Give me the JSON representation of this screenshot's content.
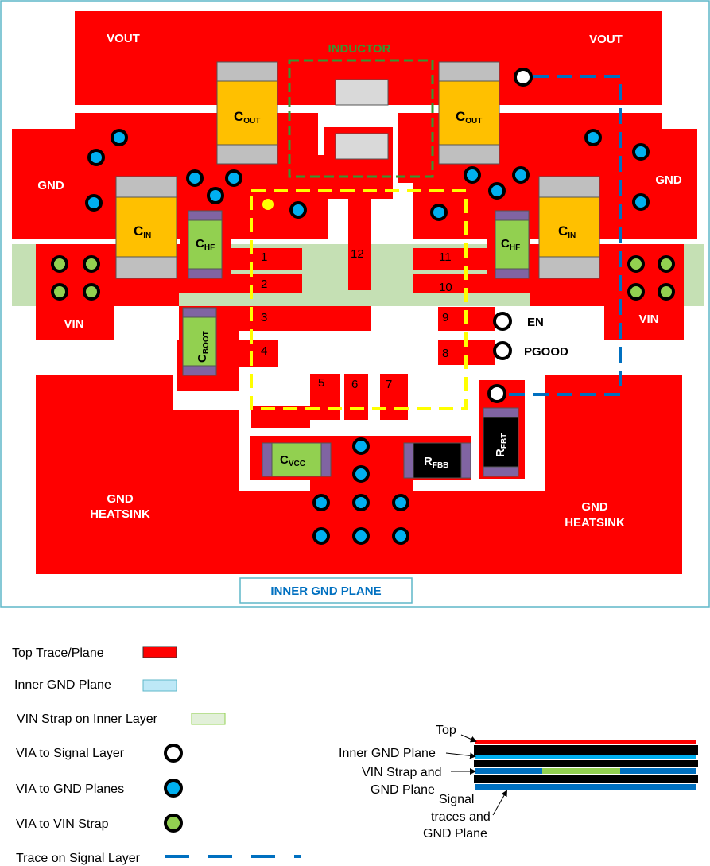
{
  "colors": {
    "top_plane": "#FF0000",
    "inner_gnd": "#BDE8F7",
    "vin_strap": "#C5E0B4",
    "via_gnd": "#00B0F0",
    "via_vin": "#92D050",
    "trace": "#0070C0",
    "inductor_outline": "#339933",
    "loop": "#FFFF00",
    "cap_body": "#FFC000",
    "small_cap": "#92D050",
    "resistor": "#000000",
    "terminal": "#BFBFBF",
    "small_terminal": "#8064A2"
  },
  "board": {
    "vout_left": "VOUT",
    "vout_right": "VOUT",
    "inductor": "INDUCTOR",
    "gnd_left": "GND",
    "gnd_right": "GND",
    "vin_left": "VIN",
    "vin_right": "VIN",
    "en": "EN",
    "pgood": "PGOOD",
    "heatsink_left": [
      "GND",
      "HEATSINK"
    ],
    "heatsink_right": [
      "GND",
      "HEATSINK"
    ],
    "inner_gnd_plane": "INNER GND PLANE",
    "pins": [
      "1",
      "2",
      "3",
      "4",
      "5",
      "6",
      "7",
      "8",
      "9",
      "10",
      "11",
      "12"
    ]
  },
  "components": {
    "cout": {
      "main": "C",
      "sub": "OUT"
    },
    "cin": {
      "main": "C",
      "sub": "IN"
    },
    "chf": {
      "main": "C",
      "sub": "HF"
    },
    "cboot": {
      "main": "C",
      "sub": "BOOT"
    },
    "cvcc": {
      "main": "C",
      "sub": "VCC"
    },
    "rfbb": {
      "main": "R",
      "sub": "FBB"
    },
    "rfbt": {
      "main": "R",
      "sub": "FBT"
    }
  },
  "legend": [
    {
      "label": "Top Trace/Plane",
      "icon": "red-swatch"
    },
    {
      "label": "Inner GND Plane",
      "icon": "light-blue-swatch"
    },
    {
      "label": "VIN Strap on Inner Layer",
      "icon": "light-green-swatch"
    },
    {
      "label": "VIA to Signal Layer",
      "icon": "white-via"
    },
    {
      "label": "VIA to GND Planes",
      "icon": "blue-via"
    },
    {
      "label": "VIA to VIN Strap",
      "icon": "green-via"
    },
    {
      "label": "Trace on Signal Layer",
      "icon": "dashed-blue-line"
    }
  ],
  "stackup": {
    "top": "Top",
    "inner_gnd": "Inner GND Plane",
    "vin_strap": [
      "VIN Strap and",
      "GND Plane"
    ],
    "signal": [
      "Signal",
      "traces and",
      "GND Plane"
    ]
  }
}
